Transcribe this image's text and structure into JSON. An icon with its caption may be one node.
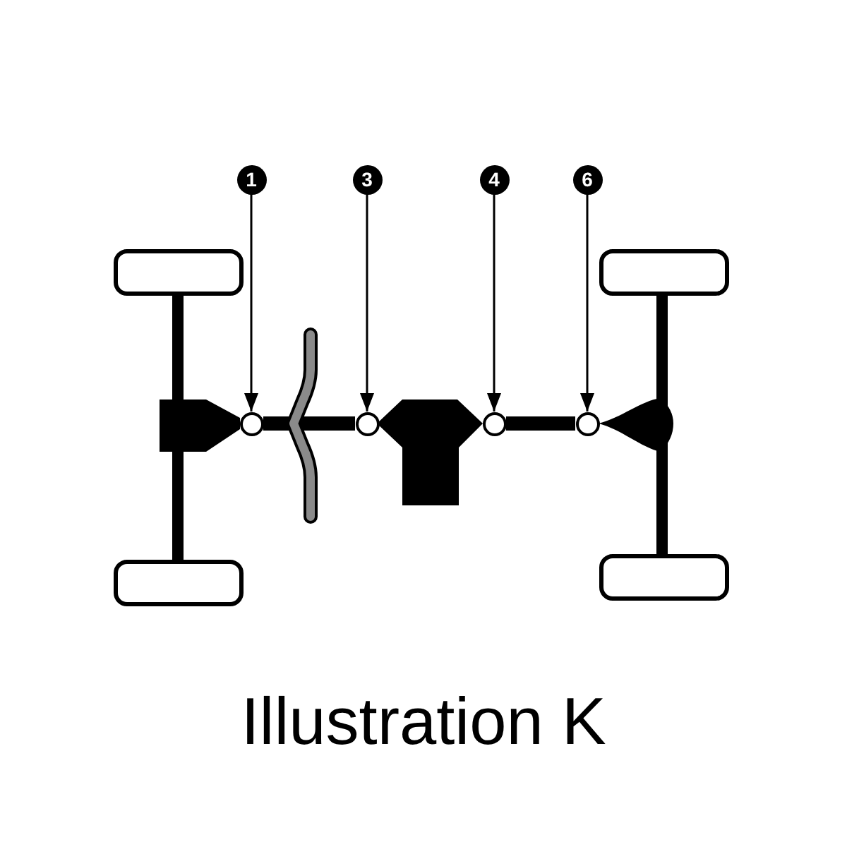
{
  "diagram": {
    "caption": "Illustration K",
    "nodes": [
      {
        "text": [
          "1"
        ]
      },
      {
        "text": [
          "3"
        ]
      },
      {
        "text": [
          "4"
        ]
      },
      {
        "text": [
          "6"
        ]
      },
      {
        "text": [],
        "shape": "circle"
      },
      {
        "text": [],
        "shape": "circle"
      },
      {
        "text": [],
        "shape": "circle"
      },
      {
        "text": [],
        "shape": "circle"
      },
      {
        "text": [],
        "shape": "box"
      }
    ],
    "edges": [
      {
        "from": 0,
        "to": 4,
        "arrow": "to"
      },
      {
        "from": 1,
        "to": 5,
        "arrow": "to"
      },
      {
        "from": 2,
        "to": 6,
        "arrow": "to"
      },
      {
        "from": 3,
        "to": 7,
        "arrow": "to"
      },
      {
        "from": 4,
        "to": 5,
        "arrow": "none",
        "style": "thick"
      },
      {
        "from": 6,
        "to": 7,
        "arrow": "none",
        "style": "thick"
      }
    ]
  }
}
